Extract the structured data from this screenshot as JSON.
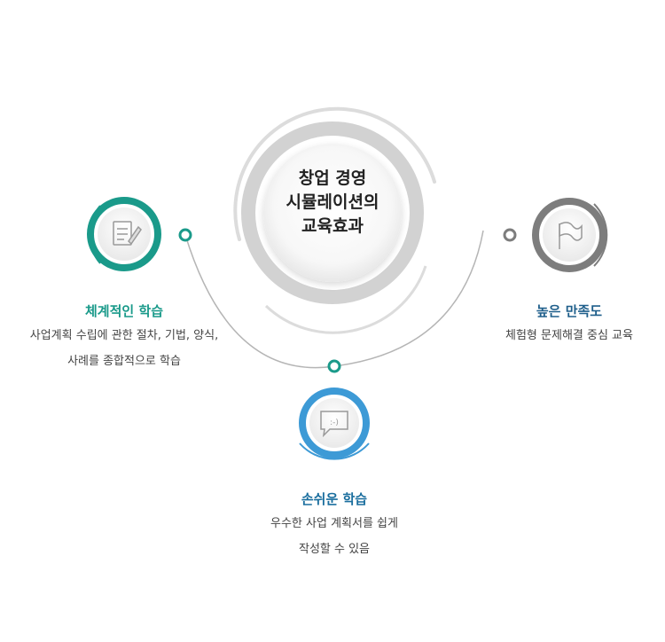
{
  "center": {
    "lines": [
      "창업 경영",
      "시뮬레이션의",
      "교육효과"
    ]
  },
  "items": [
    {
      "title": "체계적인 학습",
      "desc_lines": [
        "사업계획 수립에 관한 절차, 기법, 양식,",
        "사례를 종합적으로 학습"
      ],
      "icon": "document-edit-icon",
      "color": "#1a9a8a"
    },
    {
      "title": "손쉬운 학습",
      "desc_lines": [
        "우수한 사업 계획서를 쉽게",
        "작성할 수 있음"
      ],
      "icon": "chat-smile-icon",
      "color": "#1a6e9e"
    },
    {
      "title": "높은 만족도",
      "desc_lines": [
        "체험형 문제해결 중심 교육"
      ],
      "icon": "flag-icon",
      "color": "#1f5f8b"
    }
  ],
  "colors": {
    "teal": "#1a9a8a",
    "blue": "#3d9ad6",
    "gray": "#7d7d7d",
    "light_gray": "#d6d6d6"
  }
}
